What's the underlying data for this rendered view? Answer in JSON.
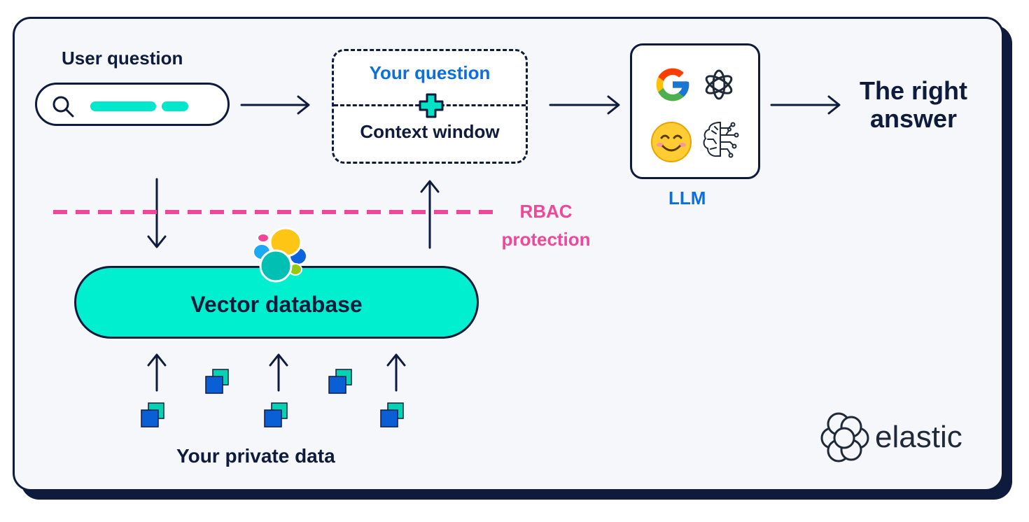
{
  "user_question_label": "User question",
  "context_box": {
    "top_label": "Your question",
    "bottom_label": "Context window"
  },
  "llm_label": "LLM",
  "answer_label": "The right answer",
  "rbac_label": "RBAC protection",
  "vector_db_label": "Vector database",
  "private_data_label": "Your private data",
  "brand": "elastic",
  "colors": {
    "navy": "#0f1b3d",
    "teal": "#00efce",
    "blue": "#0a6fe0",
    "pink": "#f0479a"
  },
  "icons": [
    "search-icon",
    "google-icon",
    "openai-icon",
    "smiley-icon",
    "ai-brain-icon",
    "elastic-logo-icon"
  ]
}
